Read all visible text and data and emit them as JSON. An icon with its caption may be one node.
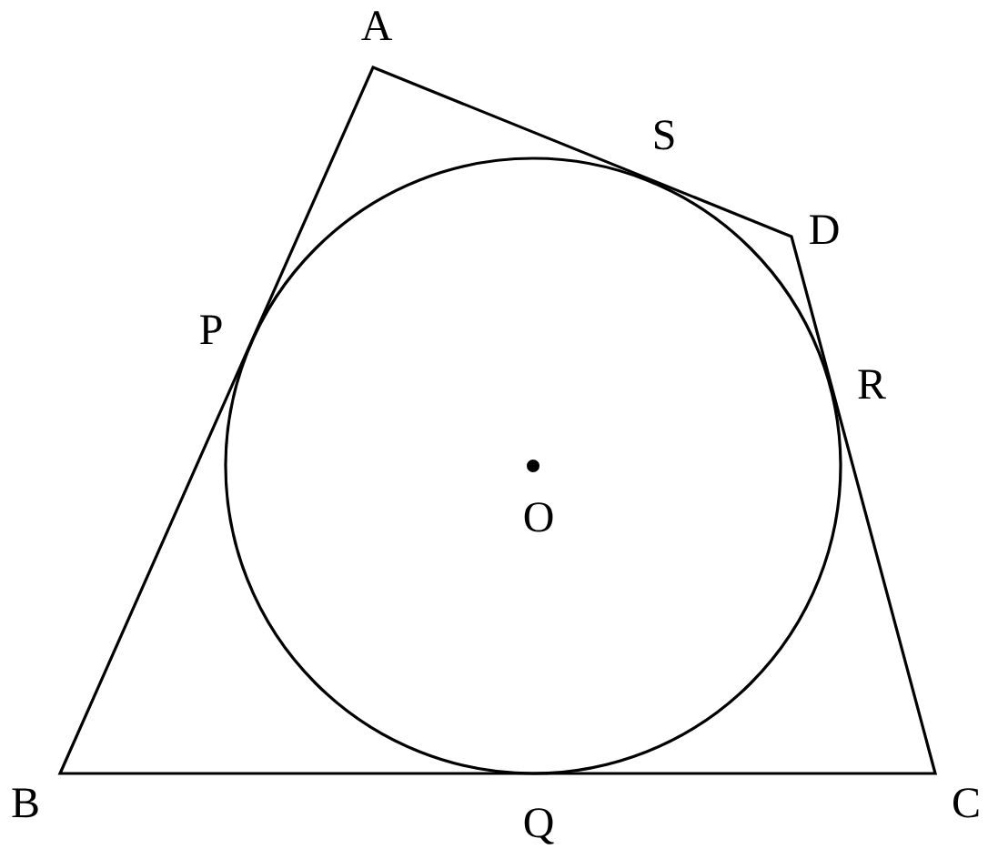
{
  "diagram": {
    "labels": [
      "A",
      "S",
      "D",
      "P",
      "R",
      "O",
      "B",
      "Q",
      "C"
    ]
  }
}
